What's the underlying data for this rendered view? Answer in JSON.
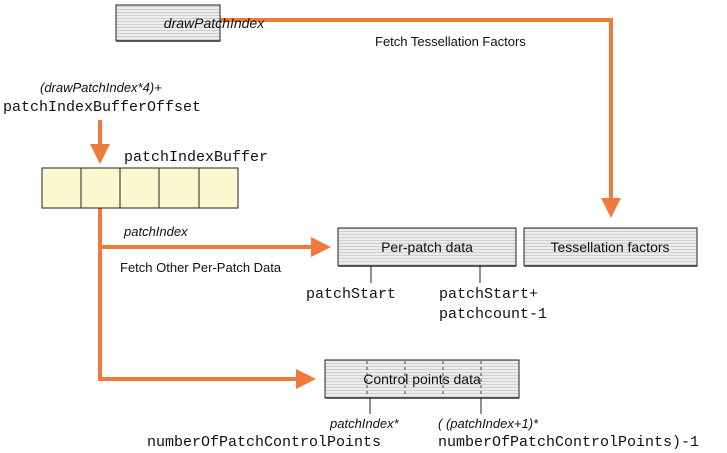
{
  "nodes": {
    "draw_patch_index": "drawPatchIndex",
    "per_patch_data": "Per-patch data",
    "tessellation_factors": "Tessellation factors",
    "control_points_data": "Control points data",
    "patch_index_buffer": "patchIndexBuffer"
  },
  "edges": {
    "fetch_tessellation_factors": "Fetch Tessellation Factors",
    "patch_index": "patchIndex",
    "fetch_other_per_patch_data": "Fetch Other Per-Patch Data"
  },
  "offset_formula": {
    "line1": "(drawPatchIndex*4)+",
    "line2": "patchIndexBufferOffset"
  },
  "per_patch_range": {
    "start": "patchStart",
    "end_line1": "patchStart+",
    "end_line2": "patchcount-1"
  },
  "control_points_range": {
    "start_line1": "patchIndex*",
    "start_line2": "numberOfPatchControlPoints",
    "end_line1": "( (patchIndex+1)*",
    "end_line2": "numberOfPatchControlPoints)-1"
  },
  "colors": {
    "arrow": "#f07a3c",
    "box_fill": "#e9e9e9",
    "buffer_fill": "#fbf8cf"
  }
}
